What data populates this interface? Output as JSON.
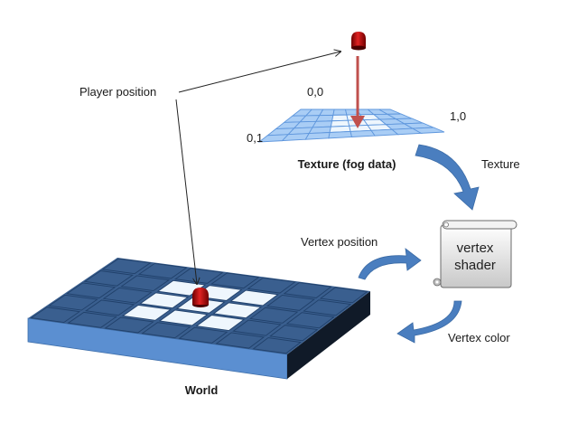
{
  "labels": {
    "player_position": "Player position",
    "coord_00": "0,0",
    "coord_10": "1,0",
    "coord_01": "0,1",
    "texture_caption": "Texture (fog data)",
    "texture_flow": "Texture",
    "vertex_position": "Vertex position",
    "vertex_color": "Vertex color",
    "world": "World"
  },
  "shader": {
    "line1": "vertex",
    "line2": "shader"
  },
  "grids": {
    "texture": {
      "cols": 8,
      "rows": 5,
      "lit_cols": [
        3,
        5
      ],
      "lit_rows": [
        1,
        3
      ]
    },
    "world": {
      "cols": 7,
      "rows": 5,
      "lit_cols": [
        2,
        4
      ],
      "lit_rows": [
        1,
        3
      ]
    }
  },
  "colors": {
    "texture_cell": "#a9cdf5",
    "texture_line": "#5f97dd",
    "lit_cell": "#eef6fd",
    "world_cell": "#3a5f8f",
    "world_line": "#20406a",
    "world_front": "#5b8fd1",
    "world_side": "#101a28",
    "arrow_blue": "#4a7ebf",
    "player_red": "#c0100e",
    "drop_arrow": "#c0504d"
  }
}
